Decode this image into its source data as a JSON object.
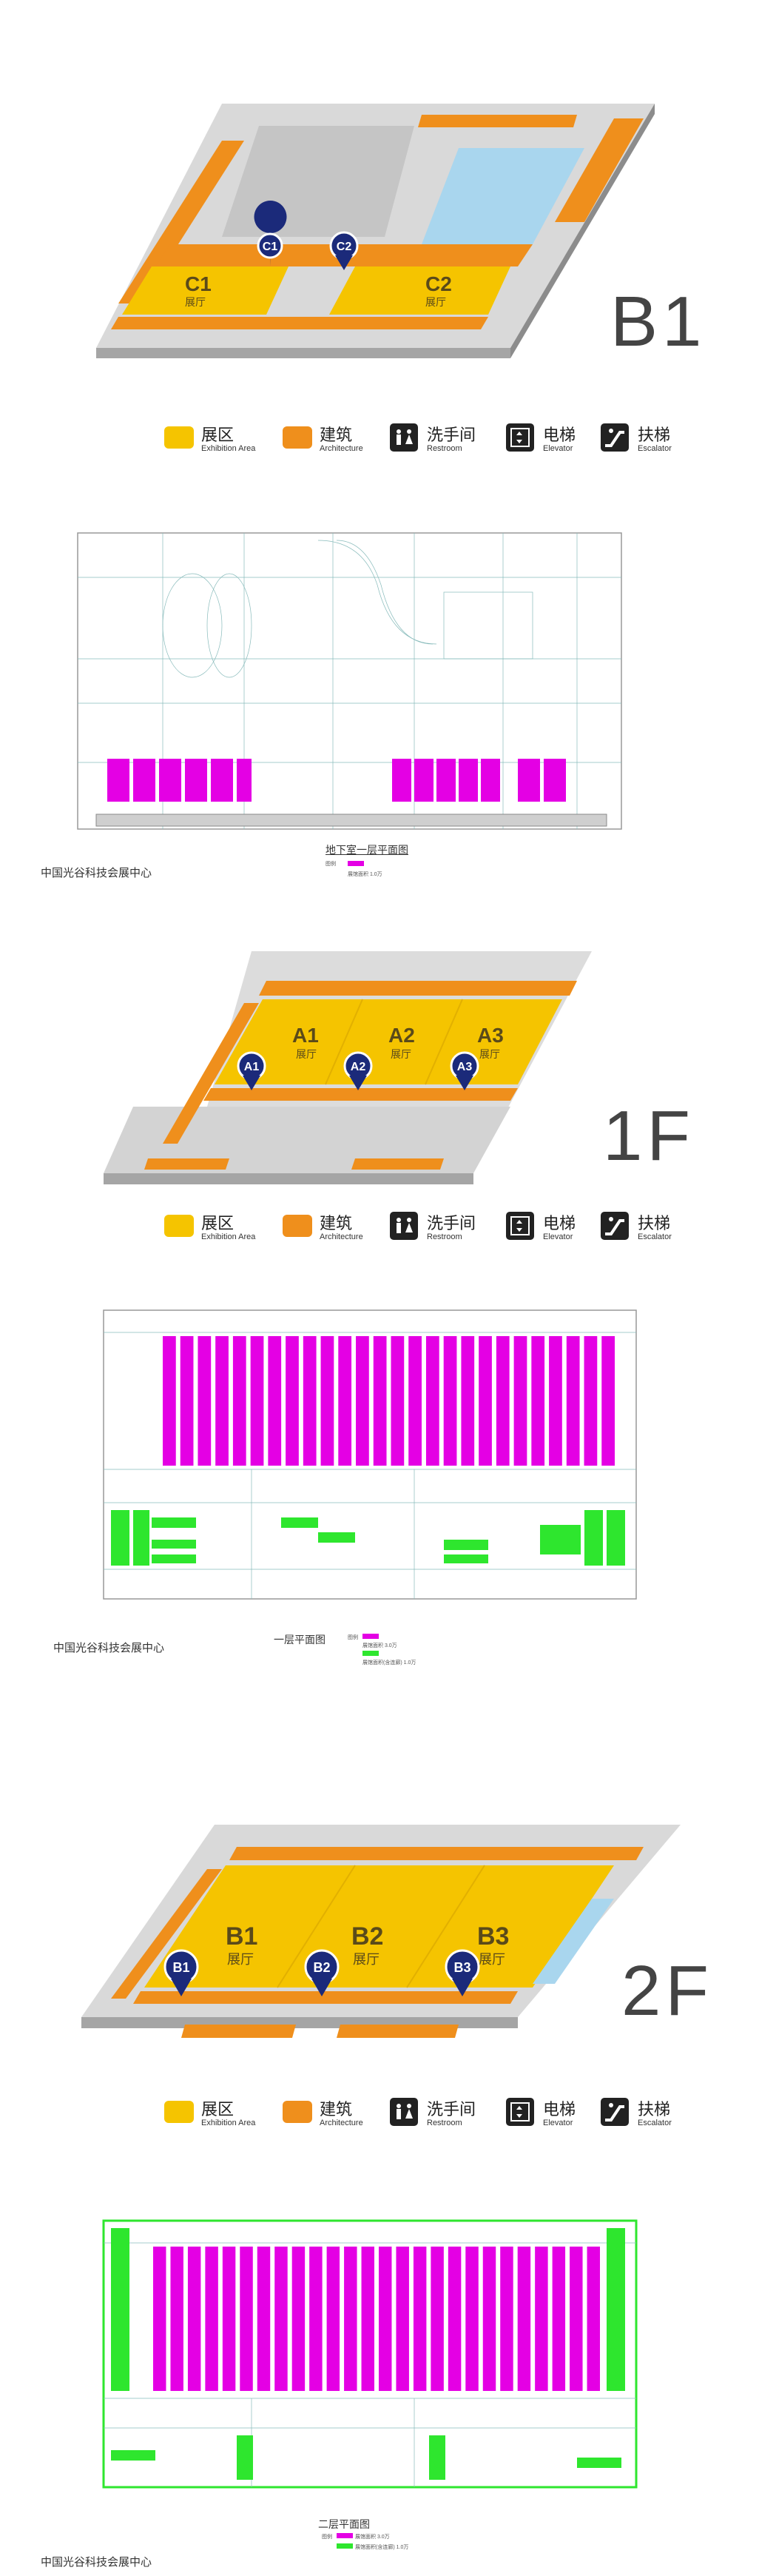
{
  "colors": {
    "exhibition": "#f5c400",
    "architecture": "#ef8f1c",
    "pin": "#1b2a7a",
    "water": "#a9d6ee",
    "plan_booth": "#e400e4",
    "plan_green": "#2ee62e"
  },
  "legend": {
    "exhibition": {
      "cn": "展区",
      "en": "Exhibition Area"
    },
    "architecture": {
      "cn": "建筑",
      "en": "Architecture"
    },
    "restroom": {
      "cn": "洗手间",
      "en": "Restroom",
      "icon": "restroom-icon"
    },
    "elevator": {
      "cn": "电梯",
      "en": "Elevator",
      "icon": "elevator-icon"
    },
    "escalator": {
      "cn": "扶梯",
      "en": "Escalator",
      "icon": "escalator-icon"
    }
  },
  "venue": "中国光谷科技会展中心",
  "b1": {
    "floor": "B1",
    "halls": [
      {
        "name": "C1",
        "sub": "展厅"
      },
      {
        "name": "C2",
        "sub": "展厅"
      }
    ],
    "pins": [
      "C1",
      "C2"
    ],
    "plan_title": "地下室一层平面图",
    "note_label": "图例",
    "note_items": [
      "展馆面积 1.0万"
    ]
  },
  "f1": {
    "floor": "1F",
    "halls": [
      {
        "name": "A1",
        "sub": "展厅"
      },
      {
        "name": "A2",
        "sub": "展厅"
      },
      {
        "name": "A3",
        "sub": "展厅"
      }
    ],
    "pins": [
      "A1",
      "A2",
      "A3"
    ],
    "plan_title": "一层平面图",
    "note_label": "图例",
    "note_items": [
      "展馆面积 3.0万",
      "展馆面积(含连廊) 1.0万"
    ]
  },
  "f2": {
    "floor": "2F",
    "halls": [
      {
        "name": "B1",
        "sub": "展厅"
      },
      {
        "name": "B2",
        "sub": "展厅"
      },
      {
        "name": "B3",
        "sub": "展厅"
      }
    ],
    "pins": [
      "B1",
      "B2",
      "B3"
    ],
    "plan_title": "二层平面图",
    "note_label": "图例",
    "note_items": [
      "展馆面积 3.0万",
      "展馆面积(含连廊) 1.0万"
    ]
  }
}
